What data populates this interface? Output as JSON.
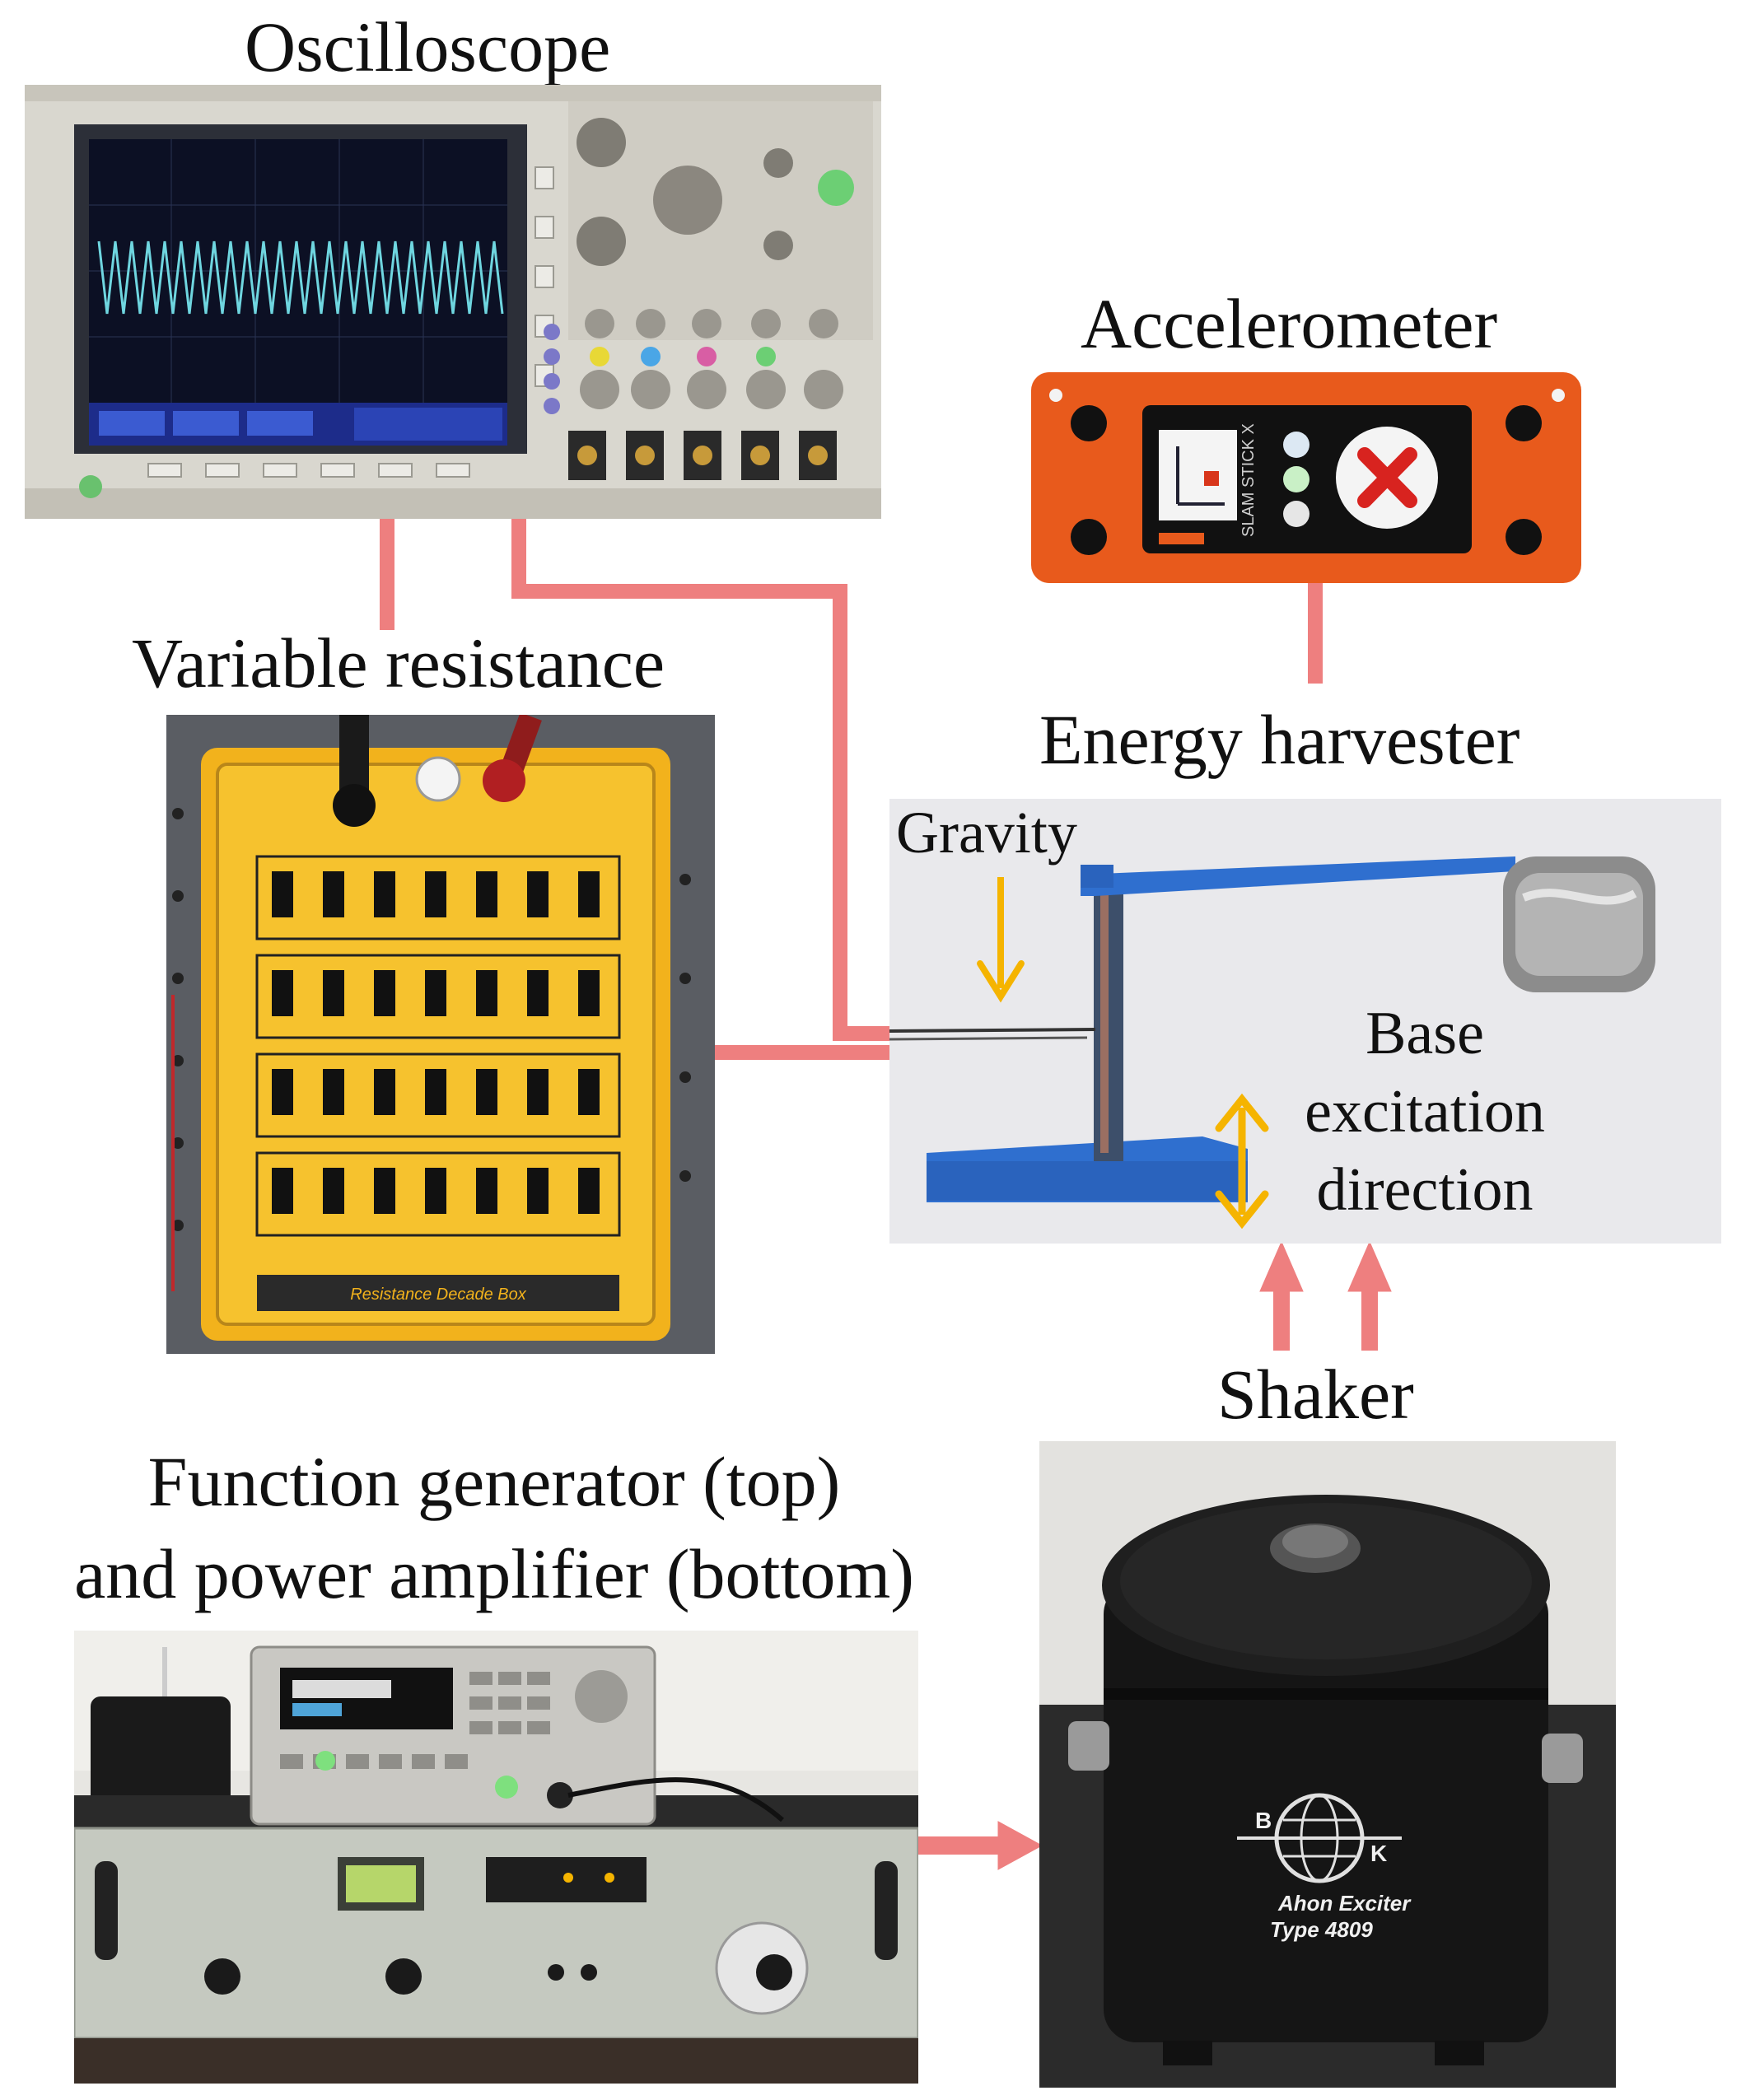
{
  "labels": {
    "oscilloscope": "Oscilloscope",
    "accelerometer": "Accelerometer",
    "variable_resistance": "Variable resistance",
    "energy_harvester": "Energy harvester",
    "gravity": "Gravity",
    "base_line1": "Base",
    "base_line2": "excitation",
    "base_line3": "direction",
    "shaker": "Shaker",
    "funcgen_line1": "Function generator (top)",
    "funcgen_line2": "and power amplifier (bottom)"
  },
  "device_text": {
    "accel_brand": "SLAM STICK X",
    "shaker_brand_b": "B",
    "shaker_brand_k": "K",
    "shaker_model1": "Ahon Exciter",
    "shaker_model2": "Type 4809",
    "decade_box_footer": "Resistance Decade Box"
  },
  "colors": {
    "connector": "#ee7f7f",
    "arrow_yellow": "#f5b400",
    "accel_orange": "#e85a1c",
    "decade_yellow": "#f2b21c",
    "beam_blue": "#2f6fcf"
  }
}
